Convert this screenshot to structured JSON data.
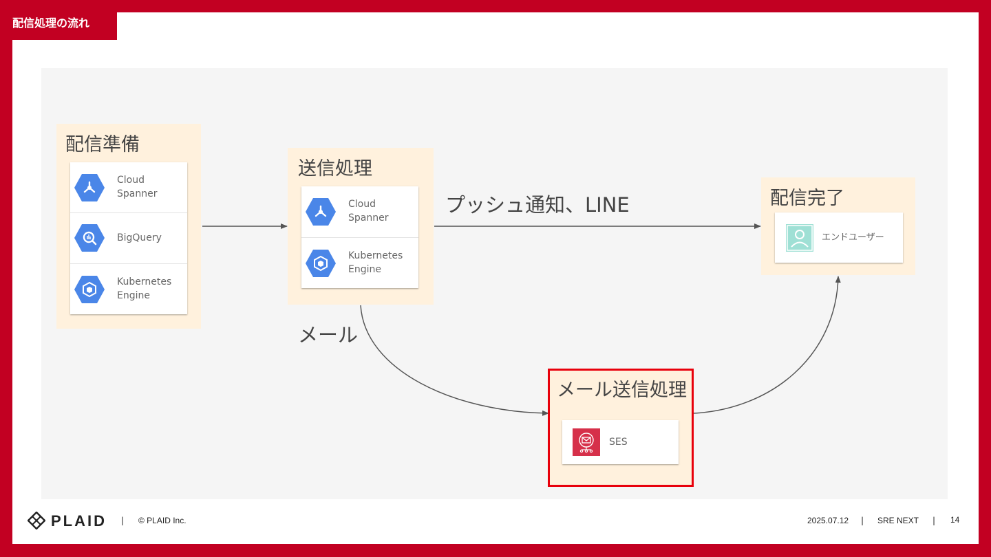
{
  "slide_title": "配信処理の流れ",
  "groups": {
    "prep": {
      "title": "配信準備",
      "items": [
        {
          "label": "Cloud\nSpanner",
          "icon": "cloud-spanner-icon"
        },
        {
          "label": "BigQuery",
          "icon": "bigquery-icon"
        },
        {
          "label": "Kubernetes\nEngine",
          "icon": "kubernetes-engine-icon"
        }
      ]
    },
    "send": {
      "title": "送信処理",
      "items": [
        {
          "label": "Cloud\nSpanner",
          "icon": "cloud-spanner-icon"
        },
        {
          "label": "Kubernetes\nEngine",
          "icon": "kubernetes-engine-icon"
        }
      ]
    },
    "done": {
      "title": "配信完了",
      "items": [
        {
          "label": "エンドユーザー",
          "icon": "end-user-icon"
        }
      ]
    },
    "mail": {
      "title": "メール送信処理",
      "items": [
        {
          "label": "SES",
          "icon": "ses-icon"
        }
      ]
    }
  },
  "edges": {
    "push_label": "プッシュ通知、LINE",
    "mail_label": "メール"
  },
  "footer": {
    "brand": "PLAID",
    "copyright": "© PLAID Inc.",
    "date": "2025.07.12",
    "event": "SRE NEXT",
    "page_number": "14"
  },
  "colors": {
    "frame": "#c20022",
    "group_bg": "#fff1dd",
    "gcp_blue": "#4a86e8",
    "highlight": "#e8000b",
    "ses_red": "#d6304a"
  }
}
